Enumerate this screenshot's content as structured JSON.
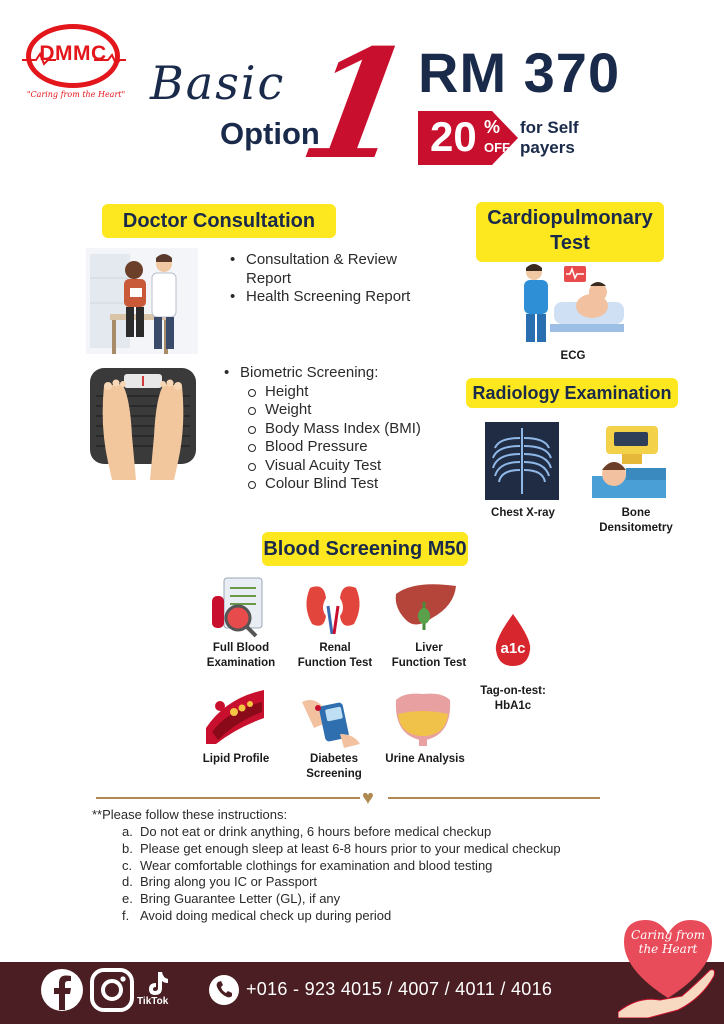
{
  "logo": {
    "name": "DMMC",
    "tagline": "\"Caring from the Heart\""
  },
  "title": {
    "script": "Basic",
    "option": "Option",
    "number": "1"
  },
  "pricing": {
    "price": "RM 370",
    "discount": "20",
    "percent": "%",
    "off": "OFF",
    "note_line1": "for Self",
    "note_line2": "payers"
  },
  "doctor": {
    "heading": "Doctor Consultation",
    "items": [
      "Consultation & Review Report",
      "Health Screening Report"
    ],
    "biometric_label": "Biometric Screening:",
    "biometric_items": [
      "Height",
      "Weight",
      "Body Mass Index (BMI)",
      "Blood Pressure",
      "Visual Acuity Test",
      "Colour Blind Test"
    ]
  },
  "cardio": {
    "heading_line1": "Cardiopulmonary",
    "heading_line2": "Test",
    "ecg": "ECG"
  },
  "radiology": {
    "heading": "Radiology Examination",
    "xray": "Chest X-ray",
    "bone_line1": "Bone",
    "bone_line2": "Densitometry"
  },
  "blood": {
    "heading": "Blood Screening M50",
    "fbe_1": "Full Blood",
    "fbe_2": "Examination",
    "renal_1": "Renal",
    "renal_2": "Function Test",
    "liver_1": "Liver",
    "liver_2": "Function Test",
    "a1c_icon": "a1c",
    "tag_1": "Tag-on-test:",
    "tag_2": "HbA1c",
    "lipid": "Lipid Profile",
    "diab_1": "Diabetes",
    "diab_2": "Screening",
    "urine": "Urine Analysis"
  },
  "instructions": {
    "title": "**Please follow these instructions:",
    "items": [
      {
        "k": "a.",
        "t": "Do not eat or drink anything, 6 hours before medical checkup"
      },
      {
        "k": "b.",
        "t": "Please get enough sleep at least 6-8 hours prior to your medical checkup"
      },
      {
        "k": "c.",
        "t": "Wear comfortable clothings for examination and blood testing"
      },
      {
        "k": "d.",
        "t": "Bring along you IC or Passport"
      },
      {
        "k": "e.",
        "t": "Bring Guarantee Letter (GL), if any"
      },
      {
        "k": "f.",
        "t": "Avoid doing medical check up during period"
      }
    ]
  },
  "badge": {
    "line1": "Caring from",
    "line2": "the Heart"
  },
  "footer": {
    "tiktok": "TikTok",
    "phone": "+016 - 923 4015 / 4007 / 4011 / 4016"
  },
  "colors": {
    "brand_red": "#c8102e",
    "navy": "#1a2a4a",
    "yellow": "#fde81f",
    "footer": "#4a1e22",
    "gold": "#b08a52"
  }
}
